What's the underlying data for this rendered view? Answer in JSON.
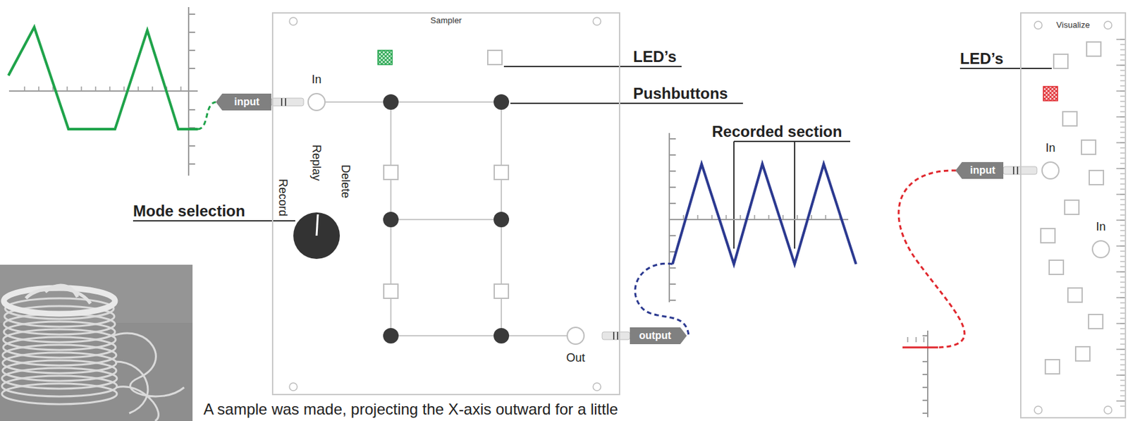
{
  "diagram": {
    "caption": "A sample was made, projecting the X-axis outward for a little",
    "nodes": [
      {
        "text": [
          "Sampler"
        ]
      },
      {
        "text": [
          "In"
        ],
        "in": 0
      },
      {
        "text": [
          "Out"
        ],
        "in": 0
      },
      {
        "text": [
          "input"
        ]
      },
      {
        "text": [
          "output"
        ]
      },
      {
        "text": [
          "Visualize"
        ]
      },
      {
        "text": [
          "In"
        ],
        "in": 5
      },
      {
        "text": [
          "In"
        ],
        "in": 5
      },
      {
        "text": [
          "input"
        ]
      }
    ],
    "labels": [
      "LED’s",
      "Pushbuttons",
      "Mode selection",
      "Record",
      "Replay",
      "Delete",
      "Recorded section",
      "LED’s"
    ]
  }
}
